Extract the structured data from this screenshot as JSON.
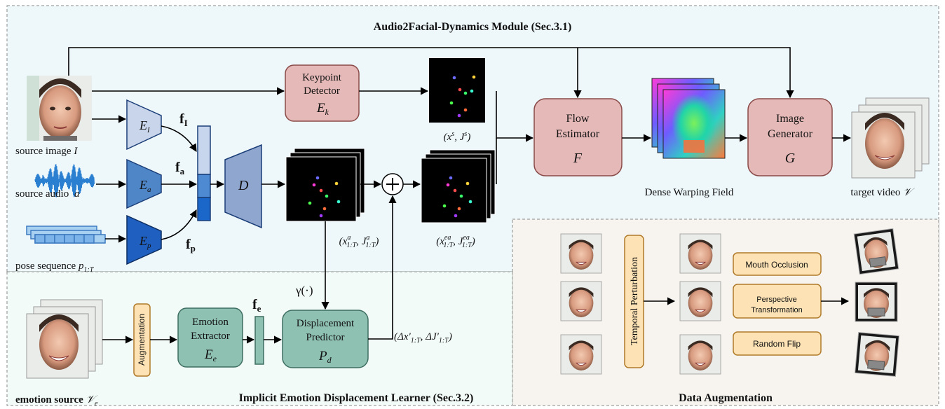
{
  "regions": {
    "top_title": "Audio2Facial-Dynamics Module (Sec.3.1)",
    "bottom_left_title": "Implicit Emotion Displacement Learner (Sec.3.2)",
    "bottom_right_title": "Data Augmentation"
  },
  "inputs": {
    "source_image": "source image",
    "source_image_sym": "I",
    "source_audio": "source audio",
    "source_audio_sym": "a",
    "pose_sequence": "pose sequence",
    "pose_sym": "p",
    "pose_sub": "1:T",
    "emotion_source": "emotion source",
    "emotion_sym": "𝒱",
    "emotion_sub": "e"
  },
  "encoders": {
    "image": {
      "sym": "E",
      "sub": "I"
    },
    "audio": {
      "sym": "E",
      "sub": "a"
    },
    "pose": {
      "sym": "E",
      "sub": "p"
    },
    "decoder": "D"
  },
  "features": {
    "f_image": {
      "sym": "f",
      "sub": "I"
    },
    "f_audio": {
      "sym": "f",
      "sub": "a"
    },
    "f_pose": {
      "sym": "f",
      "sub": "p"
    },
    "f_emotion": {
      "sym": "f",
      "sub": "e"
    }
  },
  "modules": {
    "keypoint_detector": {
      "line1": "Keypoint",
      "line2": "Detector",
      "sym": "E",
      "sub": "k"
    },
    "flow_estimator": {
      "line1": "Flow",
      "line2": "Estimator",
      "sym": "F"
    },
    "image_generator": {
      "line1": "Image",
      "line2": "Generator",
      "sym": "G"
    },
    "emotion_extractor": {
      "line1": "Emotion",
      "line2": "Extractor",
      "sym": "E",
      "sub": "e"
    },
    "displacement_predictor": {
      "line1": "Displacement",
      "line2": "Predictor",
      "sym": "P",
      "sub": "d"
    },
    "augmentation": "Augmentation"
  },
  "labels": {
    "kp_source": "(x^s, J^s)",
    "kp_audio": "(x^a_{1:T}, J^a_{1:T})",
    "kp_emotion": "(x^{ea}_{1:T}, J^{ea}_{1:T})",
    "displacement": "(Δx'_{1:T}, ΔJ'_{1:T})",
    "gamma": "γ(·)",
    "dense_warping": "Dense Warping Field",
    "target_video": "target video",
    "target_sym": "𝒱"
  },
  "data_augmentation": {
    "temporal": "Temporal Perturbation",
    "ops": [
      "Mouth Occlusion",
      "Perspective Transformation",
      "Random Flip"
    ]
  },
  "colors": {
    "top_region_bg": "#eef8fb",
    "module_pink": "#e5b9b7",
    "module_pink_stroke": "#8a4a48",
    "module_teal": "#8fc1b3",
    "module_teal_stroke": "#3f6e62",
    "augment_orange": "#fde2b5",
    "augment_stroke": "#b07a28",
    "encoder_light": "#c9d5ea",
    "encoder_mid": "#4e86c8",
    "encoder_dark": "#1f5fbf",
    "decoder": "#8fa6cf",
    "bar_light": "#c7d6ec",
    "bar_mid": "#4d8ad2",
    "bar_dark": "#1b66c9"
  }
}
